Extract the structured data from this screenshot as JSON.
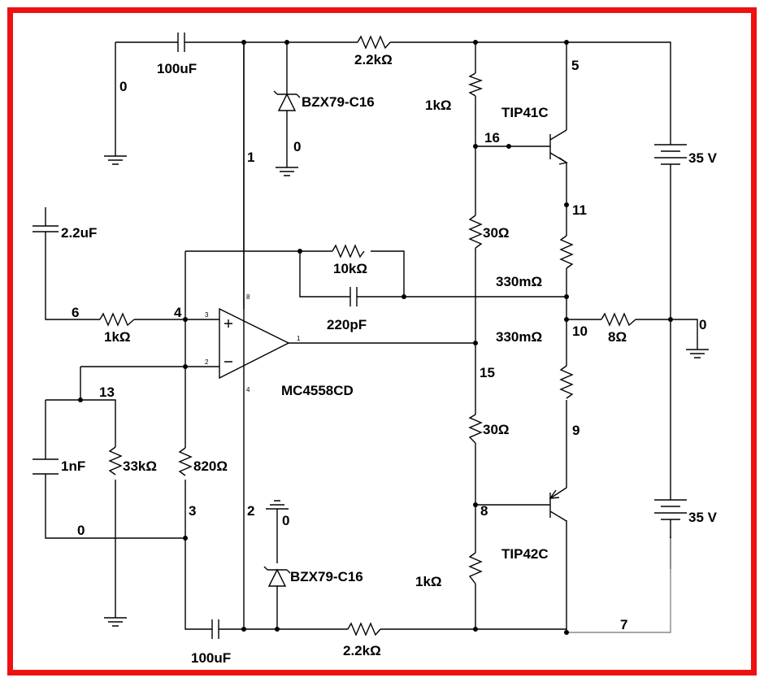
{
  "components": {
    "c1": "100uF",
    "c2": "100uF",
    "c3": "2.2uF",
    "c4": "1nF",
    "c5": "220pF",
    "r_top": "2.2kΩ",
    "r_bot": "2.2kΩ",
    "r1k_top": "1kΩ",
    "r1k_bot": "1kΩ",
    "r1k_in": "1kΩ",
    "r30_top": "30Ω",
    "r30_bot": "30Ω",
    "r10k": "10kΩ",
    "r330_top": "330mΩ",
    "r330_bot": "330mΩ",
    "r8": "8Ω",
    "r33k": "33kΩ",
    "r820": "820Ω",
    "z1": "BZX79-C16",
    "z2": "BZX79-C16",
    "q1": "TIP41C",
    "q2": "TIP42C",
    "u1": "MC4558CD",
    "v1": "35 V",
    "v2": "35 V"
  },
  "nodes": [
    "0",
    "1",
    "0",
    "5",
    "16",
    "11",
    "6",
    "4",
    "10",
    "0",
    "15",
    "13",
    "9",
    "3",
    "2",
    "0",
    "8",
    "0",
    "7"
  ],
  "opamp_pins": [
    "8",
    "3",
    "2",
    "1",
    "4"
  ],
  "colors": {
    "frame": "#ee1111",
    "wire": "#000000",
    "wire_grey": "#888888"
  }
}
